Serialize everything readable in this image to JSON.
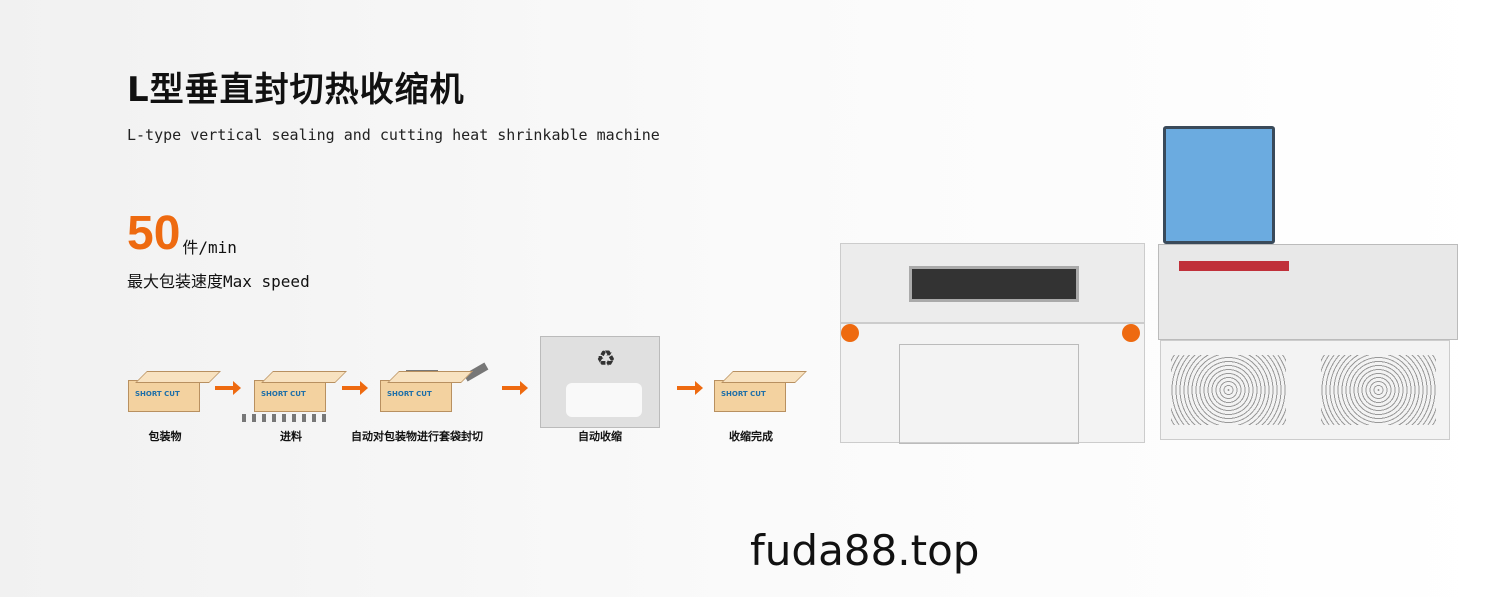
{
  "title": "L型垂直封切热收缩机",
  "subtitle": "L-type vertical sealing and cutting heat shrinkable machine",
  "speed": {
    "value": "50",
    "unit": "件/min",
    "label": "最大包装速度Max speed"
  },
  "steps": [
    {
      "label": "包装物"
    },
    {
      "label": "进料"
    },
    {
      "label": "自动对包装物进行套袋封切"
    },
    {
      "label": "自动收缩"
    },
    {
      "label": "收缩完成"
    }
  ],
  "box_brand": "SHORT CUT",
  "watermark": "fuda88.top",
  "colors": {
    "accent": "#ee6a10",
    "cover": "#3a8fd6"
  }
}
